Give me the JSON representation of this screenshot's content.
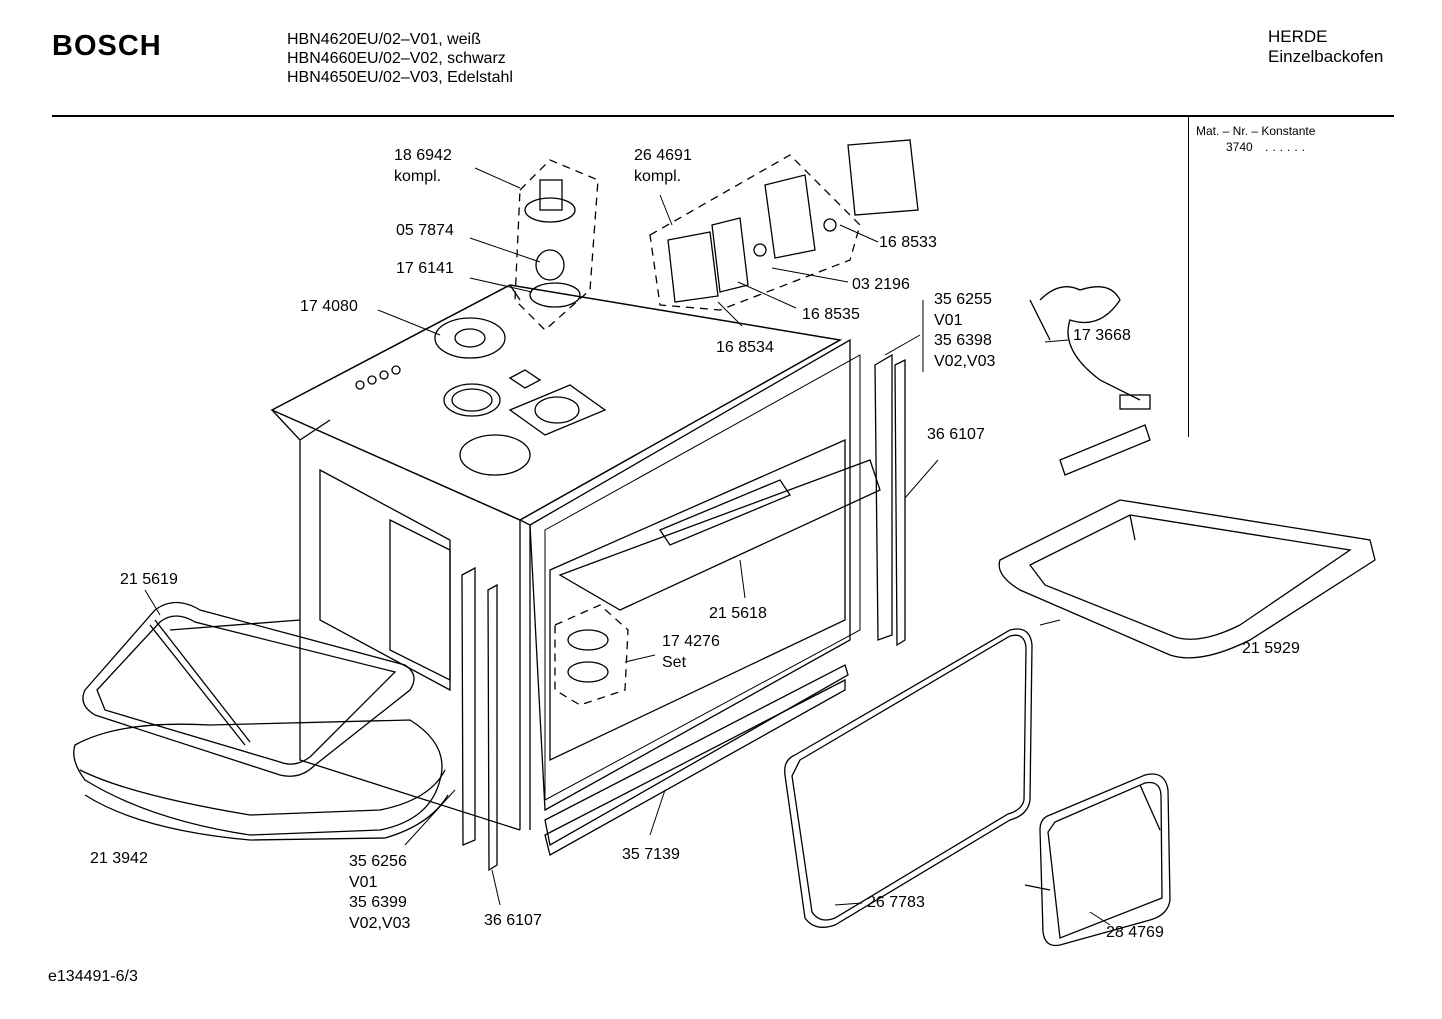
{
  "header": {
    "brand": "BOSCH",
    "models": [
      "HBN4620EU/02–V01, weiß",
      "HBN4660EU/02–V02, schwarz",
      "HBN4650EU/02–V03, Edelstahl"
    ],
    "category_line1": "HERDE",
    "category_line2": "Einzelbackofen"
  },
  "material_box": {
    "label": "Mat. – Nr. – Konstante",
    "value": "3740",
    "dots": "......"
  },
  "parts": {
    "p186942": [
      "18 6942",
      "kompl."
    ],
    "p264691": [
      "26 4691",
      "kompl."
    ],
    "p057874": [
      "05 7874"
    ],
    "p176141": [
      "17 6141"
    ],
    "p174080": [
      "17 4080"
    ],
    "p168533": [
      "16 8533"
    ],
    "p032196": [
      "03 2196"
    ],
    "p168535": [
      "16 8535"
    ],
    "p168534": [
      "16 8534"
    ],
    "p356255": [
      "35 6255",
      "V01",
      "35 6398",
      "V02,V03"
    ],
    "p173668": [
      "17 3668"
    ],
    "p366107a": [
      "36 6107"
    ],
    "p215619": [
      "21 5619"
    ],
    "p215618": [
      "21 5618"
    ],
    "p174276": [
      "17 4276",
      "Set"
    ],
    "p215929": [
      "21 5929"
    ],
    "p213942": [
      "21 3942"
    ],
    "p356256": [
      "35 6256",
      "V01",
      "35 6399",
      "V02,V03"
    ],
    "p357139": [
      "35 7139"
    ],
    "p366107b": [
      "36 6107"
    ],
    "p267783": [
      "26 7783"
    ],
    "p284769": [
      "28 4769"
    ]
  },
  "footer": {
    "doc_id": "e134491-6/3"
  }
}
